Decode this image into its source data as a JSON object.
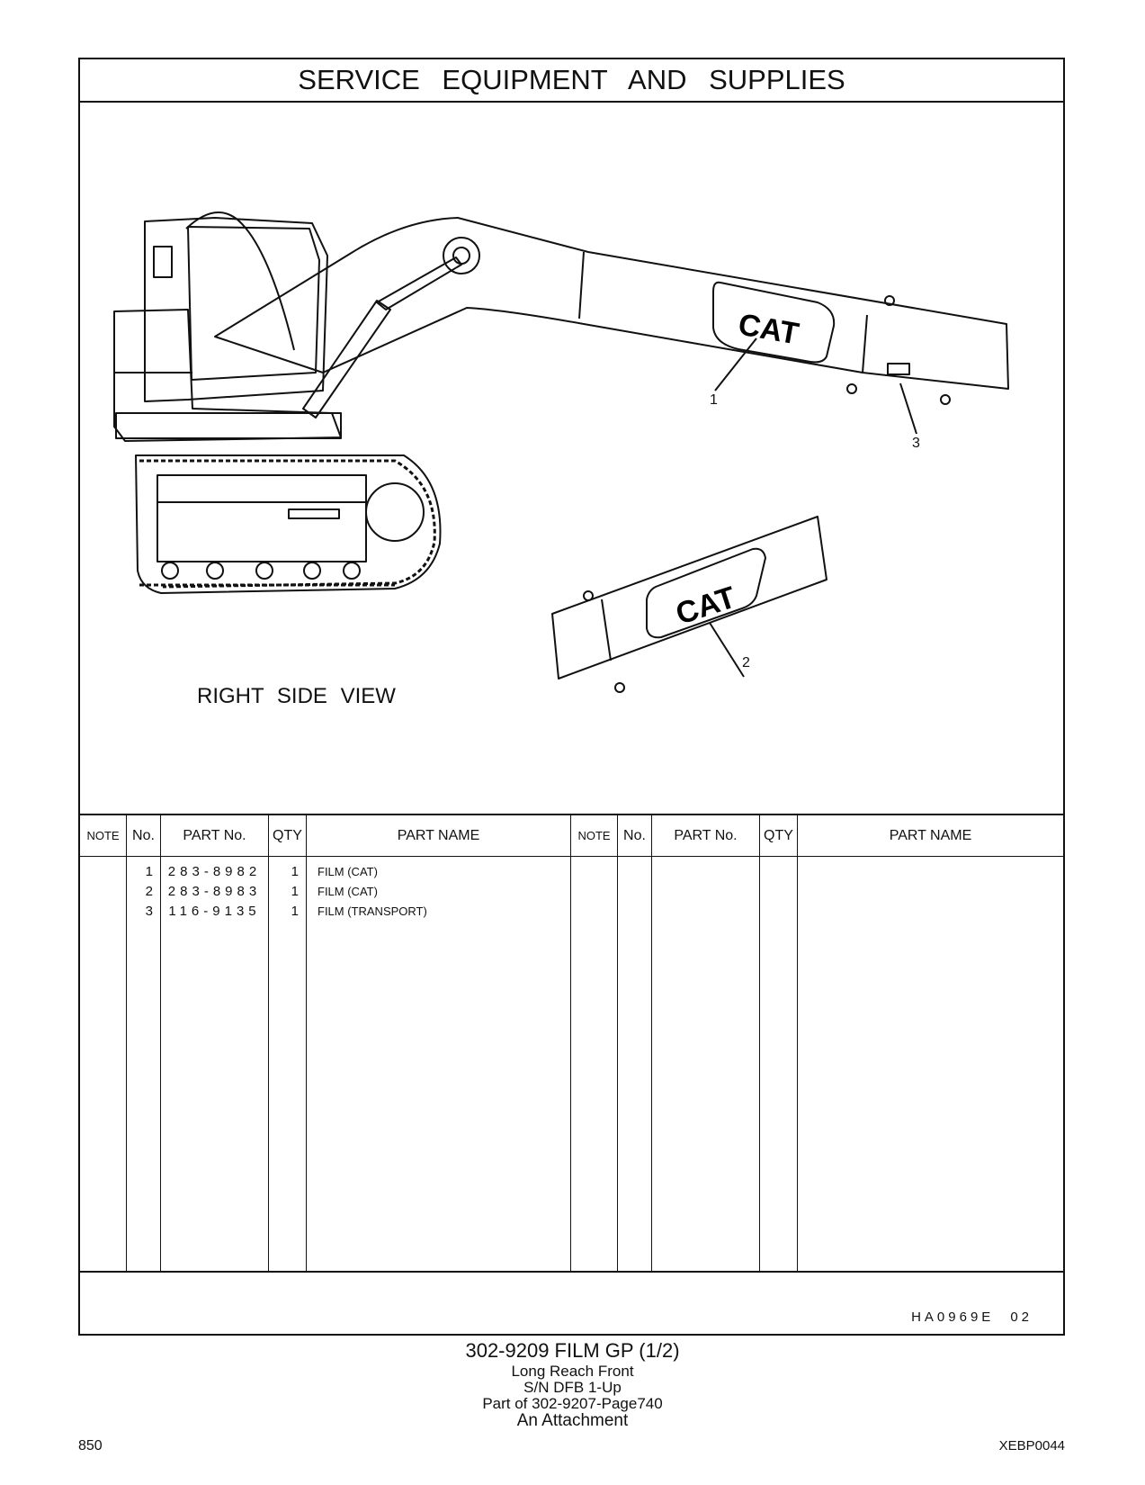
{
  "header": {
    "title": "SERVICE EQUIPMENT AND SUPPLIES"
  },
  "illustration": {
    "view_label": "RIGHT SIDE VIEW",
    "logo_text": "CAT",
    "callouts": [
      "1",
      "2",
      "3"
    ]
  },
  "parts_table": {
    "columns": [
      "NOTE",
      "No.",
      "PART No.",
      "QTY",
      "PART NAME"
    ],
    "rows": [
      {
        "no": "1",
        "part_no": "283-8982",
        "qty": "1",
        "name": "FILM (CAT)"
      },
      {
        "no": "2",
        "part_no": "283-8983",
        "qty": "1",
        "name": "FILM (CAT)"
      },
      {
        "no": "3",
        "part_no": "116-9135",
        "qty": "1",
        "name": "FILM (TRANSPORT)"
      }
    ]
  },
  "drawing_id": {
    "code": "HA0969E",
    "rev": "02"
  },
  "footer": {
    "group": "302-9209 FILM GP (1/2)",
    "line1": "Long Reach Front",
    "line2": "S/N DFB 1-Up",
    "line3": "Part of 302-9207-Page740",
    "line4": "An Attachment"
  },
  "page_number": "850",
  "book_id": "XEBP0044"
}
